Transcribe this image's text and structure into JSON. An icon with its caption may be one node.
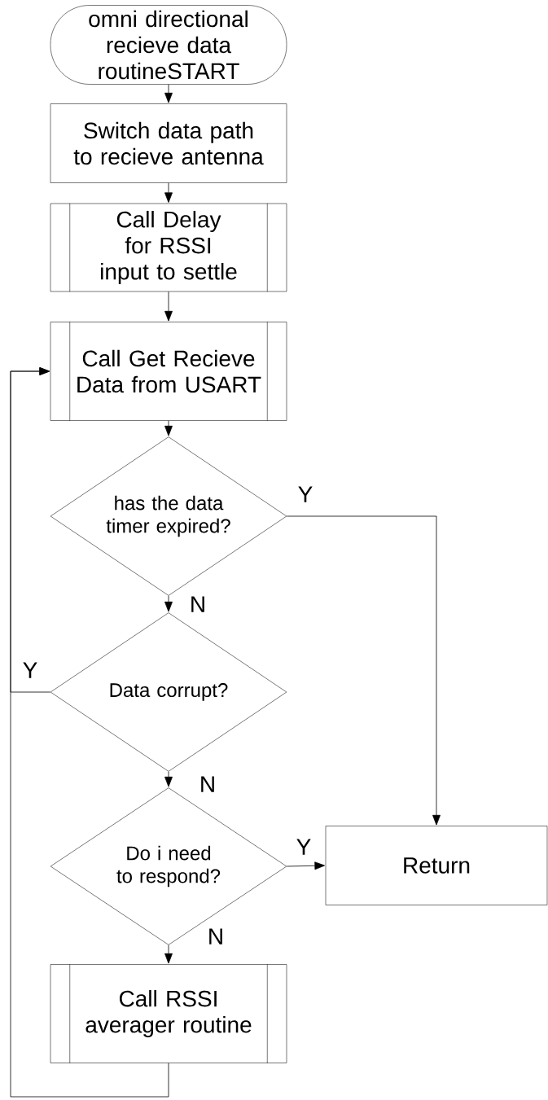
{
  "diagram": {
    "nodes": [
      {
        "text": [
          "omni directional recieve data routineSTART"
        ]
      },
      {
        "text": [
          "Switch data path to recieve antenna"
        ]
      },
      {
        "text": [
          "Call Delay",
          "for RSSI input to settle"
        ]
      },
      {
        "text": [
          "Call Get Recieve Data from USART"
        ]
      },
      {
        "text": [
          "has the data timer expired?"
        ]
      },
      {
        "text": [
          "Data corrupt?"
        ]
      },
      {
        "text": [
          "Do i need to respond?"
        ]
      },
      {
        "text": [
          "Return"
        ]
      },
      {
        "text": [
          "Call RSSI averager routine"
        ]
      }
    ],
    "edges": [
      {
        "from": 0,
        "to": 1,
        "arrow": "to"
      },
      {
        "from": 1,
        "to": 2,
        "arrow": "to"
      },
      {
        "from": 2,
        "to": 3,
        "arrow": "to"
      },
      {
        "from": 3,
        "to": 4,
        "arrow": "to"
      },
      {
        "from": 4,
        "to": 7,
        "arrow": "to",
        "label": "Y"
      },
      {
        "from": 4,
        "to": 5,
        "arrow": "to",
        "label": "N"
      },
      {
        "from": 5,
        "to": 3,
        "arrow": "to",
        "label": "Y"
      },
      {
        "from": 5,
        "to": 6,
        "arrow": "to",
        "label": "N"
      },
      {
        "from": 6,
        "to": 7,
        "arrow": "to",
        "label": "Y"
      },
      {
        "from": 6,
        "to": 8,
        "arrow": "to",
        "label": "N"
      },
      {
        "from": 8,
        "to": 3,
        "arrow": "to"
      }
    ]
  }
}
